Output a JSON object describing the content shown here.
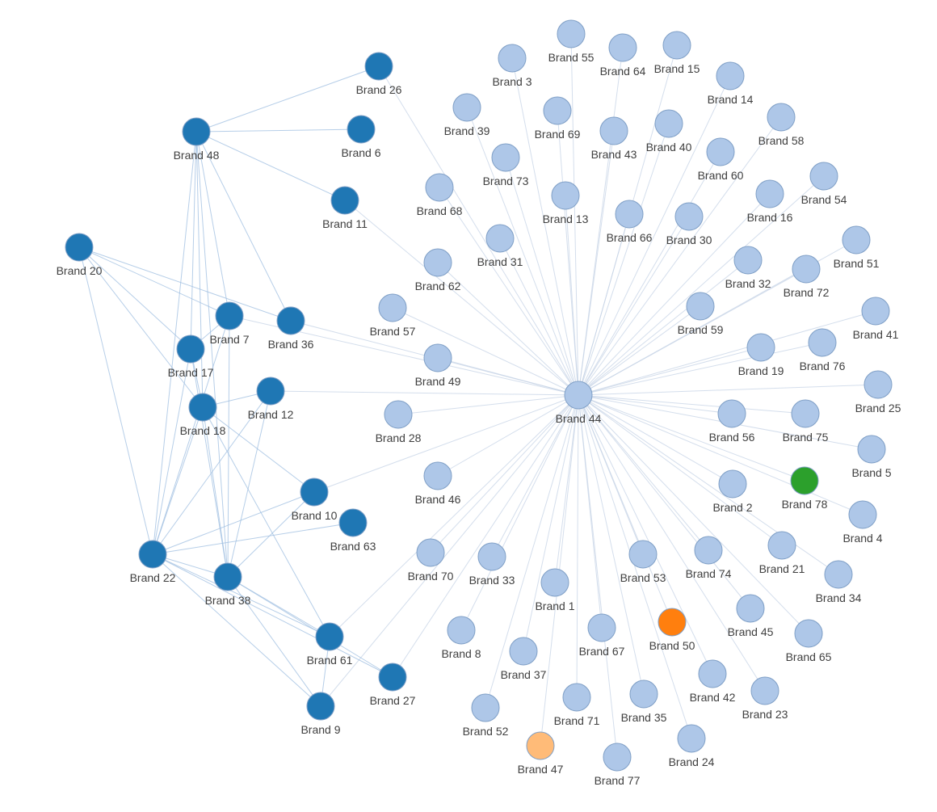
{
  "colors": {
    "dark_blue": "#1f77b4",
    "light_blue": "#aec7e8",
    "green": "#2ca02c",
    "orange": "#ff7f0e",
    "light_orange": "#ffbb78"
  },
  "nodes": [
    {
      "id": "Brand 44",
      "color": "light_blue"
    },
    {
      "id": "Brand 55",
      "color": "light_blue"
    },
    {
      "id": "Brand 64",
      "color": "light_blue"
    },
    {
      "id": "Brand 15",
      "color": "light_blue"
    },
    {
      "id": "Brand 3",
      "color": "light_blue"
    },
    {
      "id": "Brand 14",
      "color": "light_blue"
    },
    {
      "id": "Brand 39",
      "color": "light_blue"
    },
    {
      "id": "Brand 69",
      "color": "light_blue"
    },
    {
      "id": "Brand 43",
      "color": "light_blue"
    },
    {
      "id": "Brand 40",
      "color": "light_blue"
    },
    {
      "id": "Brand 58",
      "color": "light_blue"
    },
    {
      "id": "Brand 73",
      "color": "light_blue"
    },
    {
      "id": "Brand 60",
      "color": "light_blue"
    },
    {
      "id": "Brand 54",
      "color": "light_blue"
    },
    {
      "id": "Brand 68",
      "color": "light_blue"
    },
    {
      "id": "Brand 13",
      "color": "light_blue"
    },
    {
      "id": "Brand 66",
      "color": "light_blue"
    },
    {
      "id": "Brand 30",
      "color": "light_blue"
    },
    {
      "id": "Brand 16",
      "color": "light_blue"
    },
    {
      "id": "Brand 51",
      "color": "light_blue"
    },
    {
      "id": "Brand 31",
      "color": "light_blue"
    },
    {
      "id": "Brand 62",
      "color": "light_blue"
    },
    {
      "id": "Brand 32",
      "color": "light_blue"
    },
    {
      "id": "Brand 72",
      "color": "light_blue"
    },
    {
      "id": "Brand 57",
      "color": "light_blue"
    },
    {
      "id": "Brand 59",
      "color": "light_blue"
    },
    {
      "id": "Brand 41",
      "color": "light_blue"
    },
    {
      "id": "Brand 49",
      "color": "light_blue"
    },
    {
      "id": "Brand 19",
      "color": "light_blue"
    },
    {
      "id": "Brand 76",
      "color": "light_blue"
    },
    {
      "id": "Brand 25",
      "color": "light_blue"
    },
    {
      "id": "Brand 28",
      "color": "light_blue"
    },
    {
      "id": "Brand 56",
      "color": "light_blue"
    },
    {
      "id": "Brand 75",
      "color": "light_blue"
    },
    {
      "id": "Brand 5",
      "color": "light_blue"
    },
    {
      "id": "Brand 46",
      "color": "light_blue"
    },
    {
      "id": "Brand 2",
      "color": "light_blue"
    },
    {
      "id": "Brand 78",
      "color": "green"
    },
    {
      "id": "Brand 4",
      "color": "light_blue"
    },
    {
      "id": "Brand 70",
      "color": "light_blue"
    },
    {
      "id": "Brand 33",
      "color": "light_blue"
    },
    {
      "id": "Brand 53",
      "color": "light_blue"
    },
    {
      "id": "Brand 74",
      "color": "light_blue"
    },
    {
      "id": "Brand 21",
      "color": "light_blue"
    },
    {
      "id": "Brand 34",
      "color": "light_blue"
    },
    {
      "id": "Brand 1",
      "color": "light_blue"
    },
    {
      "id": "Brand 45",
      "color": "light_blue"
    },
    {
      "id": "Brand 8",
      "color": "light_blue"
    },
    {
      "id": "Brand 67",
      "color": "light_blue"
    },
    {
      "id": "Brand 50",
      "color": "orange"
    },
    {
      "id": "Brand 65",
      "color": "light_blue"
    },
    {
      "id": "Brand 37",
      "color": "light_blue"
    },
    {
      "id": "Brand 42",
      "color": "light_blue"
    },
    {
      "id": "Brand 52",
      "color": "light_blue"
    },
    {
      "id": "Brand 71",
      "color": "light_blue"
    },
    {
      "id": "Brand 35",
      "color": "light_blue"
    },
    {
      "id": "Brand 23",
      "color": "light_blue"
    },
    {
      "id": "Brand 47",
      "color": "light_orange"
    },
    {
      "id": "Brand 77",
      "color": "light_blue"
    },
    {
      "id": "Brand 24",
      "color": "light_blue"
    },
    {
      "id": "Brand 26",
      "color": "dark_blue"
    },
    {
      "id": "Brand 48",
      "color": "dark_blue"
    },
    {
      "id": "Brand 6",
      "color": "dark_blue"
    },
    {
      "id": "Brand 11",
      "color": "dark_blue"
    },
    {
      "id": "Brand 20",
      "color": "dark_blue"
    },
    {
      "id": "Brand 7",
      "color": "dark_blue"
    },
    {
      "id": "Brand 36",
      "color": "dark_blue"
    },
    {
      "id": "Brand 17",
      "color": "dark_blue"
    },
    {
      "id": "Brand 12",
      "color": "dark_blue"
    },
    {
      "id": "Brand 18",
      "color": "dark_blue"
    },
    {
      "id": "Brand 10",
      "color": "dark_blue"
    },
    {
      "id": "Brand 63",
      "color": "dark_blue"
    },
    {
      "id": "Brand 22",
      "color": "dark_blue"
    },
    {
      "id": "Brand 38",
      "color": "dark_blue"
    },
    {
      "id": "Brand 61",
      "color": "dark_blue"
    },
    {
      "id": "Brand 27",
      "color": "dark_blue"
    },
    {
      "id": "Brand 9",
      "color": "dark_blue"
    }
  ],
  "edges": [
    [
      "Brand 44",
      "Brand 55"
    ],
    [
      "Brand 44",
      "Brand 64"
    ],
    [
      "Brand 44",
      "Brand 15"
    ],
    [
      "Brand 44",
      "Brand 3"
    ],
    [
      "Brand 44",
      "Brand 14"
    ],
    [
      "Brand 44",
      "Brand 39"
    ],
    [
      "Brand 44",
      "Brand 69"
    ],
    [
      "Brand 44",
      "Brand 43"
    ],
    [
      "Brand 44",
      "Brand 40"
    ],
    [
      "Brand 44",
      "Brand 58"
    ],
    [
      "Brand 44",
      "Brand 73"
    ],
    [
      "Brand 44",
      "Brand 60"
    ],
    [
      "Brand 44",
      "Brand 54"
    ],
    [
      "Brand 44",
      "Brand 68"
    ],
    [
      "Brand 44",
      "Brand 13"
    ],
    [
      "Brand 44",
      "Brand 66"
    ],
    [
      "Brand 44",
      "Brand 30"
    ],
    [
      "Brand 44",
      "Brand 16"
    ],
    [
      "Brand 44",
      "Brand 51"
    ],
    [
      "Brand 44",
      "Brand 31"
    ],
    [
      "Brand 44",
      "Brand 62"
    ],
    [
      "Brand 44",
      "Brand 32"
    ],
    [
      "Brand 44",
      "Brand 72"
    ],
    [
      "Brand 44",
      "Brand 57"
    ],
    [
      "Brand 44",
      "Brand 59"
    ],
    [
      "Brand 44",
      "Brand 41"
    ],
    [
      "Brand 44",
      "Brand 49"
    ],
    [
      "Brand 44",
      "Brand 19"
    ],
    [
      "Brand 44",
      "Brand 76"
    ],
    [
      "Brand 44",
      "Brand 25"
    ],
    [
      "Brand 44",
      "Brand 28"
    ],
    [
      "Brand 44",
      "Brand 56"
    ],
    [
      "Brand 44",
      "Brand 75"
    ],
    [
      "Brand 44",
      "Brand 5"
    ],
    [
      "Brand 44",
      "Brand 46"
    ],
    [
      "Brand 44",
      "Brand 2"
    ],
    [
      "Brand 44",
      "Brand 78"
    ],
    [
      "Brand 44",
      "Brand 4"
    ],
    [
      "Brand 44",
      "Brand 70"
    ],
    [
      "Brand 44",
      "Brand 33"
    ],
    [
      "Brand 44",
      "Brand 53"
    ],
    [
      "Brand 44",
      "Brand 74"
    ],
    [
      "Brand 44",
      "Brand 21"
    ],
    [
      "Brand 44",
      "Brand 34"
    ],
    [
      "Brand 44",
      "Brand 1"
    ],
    [
      "Brand 44",
      "Brand 45"
    ],
    [
      "Brand 44",
      "Brand 8"
    ],
    [
      "Brand 44",
      "Brand 67"
    ],
    [
      "Brand 44",
      "Brand 50"
    ],
    [
      "Brand 44",
      "Brand 65"
    ],
    [
      "Brand 44",
      "Brand 37"
    ],
    [
      "Brand 44",
      "Brand 42"
    ],
    [
      "Brand 44",
      "Brand 52"
    ],
    [
      "Brand 44",
      "Brand 71"
    ],
    [
      "Brand 44",
      "Brand 35"
    ],
    [
      "Brand 44",
      "Brand 23"
    ],
    [
      "Brand 44",
      "Brand 47"
    ],
    [
      "Brand 44",
      "Brand 77"
    ],
    [
      "Brand 44",
      "Brand 24"
    ],
    [
      "Brand 44",
      "Brand 26"
    ],
    [
      "Brand 44",
      "Brand 11"
    ],
    [
      "Brand 44",
      "Brand 36"
    ],
    [
      "Brand 44",
      "Brand 12"
    ],
    [
      "Brand 44",
      "Brand 7"
    ],
    [
      "Brand 44",
      "Brand 10"
    ],
    [
      "Brand 44",
      "Brand 61"
    ],
    [
      "Brand 44",
      "Brand 27"
    ],
    [
      "Brand 44",
      "Brand 9"
    ],
    [
      "Brand 48",
      "Brand 26"
    ],
    [
      "Brand 48",
      "Brand 6"
    ],
    [
      "Brand 48",
      "Brand 11"
    ],
    [
      "Brand 48",
      "Brand 7"
    ],
    [
      "Brand 48",
      "Brand 36"
    ],
    [
      "Brand 48",
      "Brand 17"
    ],
    [
      "Brand 48",
      "Brand 18"
    ],
    [
      "Brand 48",
      "Brand 22"
    ],
    [
      "Brand 48",
      "Brand 38"
    ],
    [
      "Brand 20",
      "Brand 7"
    ],
    [
      "Brand 20",
      "Brand 36"
    ],
    [
      "Brand 20",
      "Brand 17"
    ],
    [
      "Brand 20",
      "Brand 18"
    ],
    [
      "Brand 20",
      "Brand 22"
    ],
    [
      "Brand 7",
      "Brand 17"
    ],
    [
      "Brand 7",
      "Brand 38"
    ],
    [
      "Brand 7",
      "Brand 22"
    ],
    [
      "Brand 17",
      "Brand 18"
    ],
    [
      "Brand 17",
      "Brand 22"
    ],
    [
      "Brand 17",
      "Brand 38"
    ],
    [
      "Brand 18",
      "Brand 12"
    ],
    [
      "Brand 18",
      "Brand 10"
    ],
    [
      "Brand 18",
      "Brand 22"
    ],
    [
      "Brand 18",
      "Brand 38"
    ],
    [
      "Brand 18",
      "Brand 61"
    ],
    [
      "Brand 12",
      "Brand 22"
    ],
    [
      "Brand 12",
      "Brand 38"
    ],
    [
      "Brand 10",
      "Brand 22"
    ],
    [
      "Brand 10",
      "Brand 38"
    ],
    [
      "Brand 63",
      "Brand 22"
    ],
    [
      "Brand 22",
      "Brand 38"
    ],
    [
      "Brand 22",
      "Brand 61"
    ],
    [
      "Brand 22",
      "Brand 9"
    ],
    [
      "Brand 22",
      "Brand 27"
    ],
    [
      "Brand 38",
      "Brand 61"
    ],
    [
      "Brand 38",
      "Brand 27"
    ],
    [
      "Brand 38",
      "Brand 9"
    ],
    [
      "Brand 61",
      "Brand 9"
    ]
  ]
}
